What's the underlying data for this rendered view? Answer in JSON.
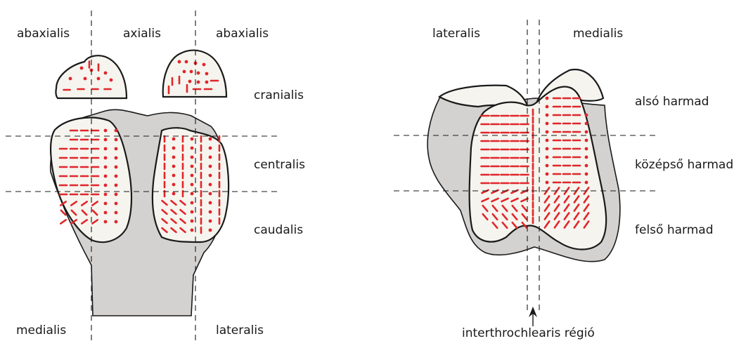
{
  "left_figure": {
    "col_labels": [
      "abaxialis",
      "axialis",
      "abaxialis"
    ],
    "row_labels": [
      "cranialis",
      "centralis",
      "caudalis"
    ],
    "bottom_labels": [
      "medialis",
      "lateralis"
    ]
  },
  "right_figure": {
    "top_labels": [
      "lateralis",
      "medialis"
    ],
    "row_labels": [
      "alsó harmad",
      "középső harmad",
      "felső harmad"
    ],
    "arrow_label": "interthrochlearis régió"
  },
  "colors": {
    "bone": "#d4d2d0",
    "cartilage": "#f6f4ee",
    "marker": "#e0262b",
    "outline": "#1a1a1a"
  }
}
